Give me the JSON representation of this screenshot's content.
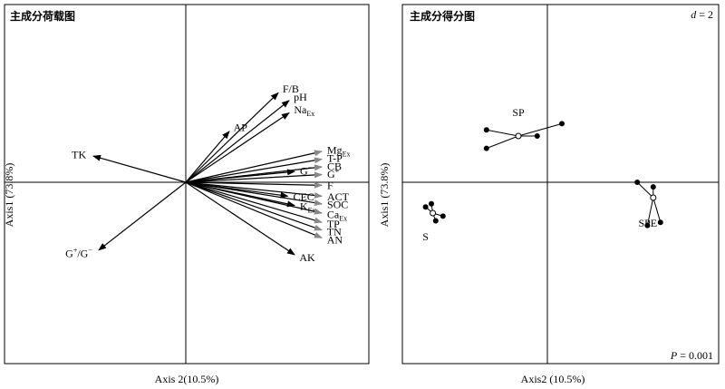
{
  "chart_data": [
    {
      "type": "biplot",
      "title": "主成分荷载图",
      "xlabel": "Axis 2(10.5%)",
      "ylabel": "Axis1 (73.8%)",
      "xlim": [
        -1,
        1
      ],
      "ylim": [
        -1,
        1
      ],
      "grid": false,
      "vectors": [
        {
          "name": "F/B",
          "x": 0.68,
          "y": 0.58
        },
        {
          "name": "pH",
          "x": 0.76,
          "y": 0.53
        },
        {
          "name": "Na",
          "sub": "Ex",
          "x": 0.76,
          "y": 0.45
        },
        {
          "name": "AP",
          "x": 0.32,
          "y": 0.33
        },
        {
          "name": "TK",
          "x": -0.68,
          "y": 0.17
        },
        {
          "name": "Mg",
          "sub": "Ex",
          "x": 1.0,
          "y": 0.2
        },
        {
          "name": "T-P",
          "x": 1.0,
          "y": 0.15
        },
        {
          "name": "G",
          "sup": "−",
          "x": 0.8,
          "y": 0.07
        },
        {
          "name": "CB",
          "x": 1.0,
          "y": 0.1
        },
        {
          "name": "G",
          "sup": "+",
          "x": 1.0,
          "y": 0.05
        },
        {
          "name": "F",
          "x": 1.0,
          "y": -0.02
        },
        {
          "name": "CEC",
          "x": 0.75,
          "y": -0.09
        },
        {
          "name": "ACT",
          "x": 1.0,
          "y": -0.09
        },
        {
          "name": "SOC",
          "x": 1.0,
          "y": -0.14
        },
        {
          "name": "K",
          "sub": "Ex",
          "x": 0.8,
          "y": -0.15
        },
        {
          "name": "Ca",
          "sub": "Ex",
          "x": 1.0,
          "y": -0.2
        },
        {
          "name": "TP",
          "x": 1.0,
          "y": -0.26
        },
        {
          "name": "TN",
          "x": 1.0,
          "y": -0.31
        },
        {
          "name": "AK",
          "x": 0.8,
          "y": -0.47
        },
        {
          "name": "AN",
          "x": 1.0,
          "y": -0.36
        },
        {
          "name": "G",
          "sup": "+",
          "post": "/G",
          "post_sup": "−",
          "x": -0.64,
          "y": -0.44
        }
      ]
    },
    {
      "type": "scatter",
      "title": "主成分得分图",
      "xlabel": "Axis2 (10.5%)",
      "ylabel": "Axis1 (73.8%)",
      "xlim": [
        -1,
        1
      ],
      "ylim": [
        -1,
        1
      ],
      "grid": false,
      "annotations": [
        {
          "text": "d",
          "italic": true,
          "suffix": " = 2",
          "position": "top-right"
        },
        {
          "text": "P",
          "italic": true,
          "suffix": " = 0.001",
          "position": "bottom-right"
        }
      ],
      "groups": [
        {
          "name": "SP",
          "centroid": {
            "x": -0.2,
            "y": 0.3
          },
          "points": [
            {
              "x": -0.42,
              "y": 0.22
            },
            {
              "x": -0.42,
              "y": 0.34
            },
            {
              "x": -0.07,
              "y": 0.3
            },
            {
              "x": 0.1,
              "y": 0.38
            }
          ]
        },
        {
          "name": "S",
          "centroid": {
            "x": -0.79,
            "y": -0.2
          },
          "points": [
            {
              "x": -0.84,
              "y": -0.16
            },
            {
              "x": -0.8,
              "y": -0.14
            },
            {
              "x": -0.77,
              "y": -0.25
            },
            {
              "x": -0.72,
              "y": -0.22
            }
          ]
        },
        {
          "name": "SPE",
          "centroid": {
            "x": 0.73,
            "y": -0.1
          },
          "points": [
            {
              "x": 0.62,
              "y": 0.0
            },
            {
              "x": 0.73,
              "y": -0.03
            },
            {
              "x": 0.69,
              "y": -0.28
            },
            {
              "x": 0.78,
              "y": -0.26
            }
          ]
        }
      ]
    }
  ]
}
